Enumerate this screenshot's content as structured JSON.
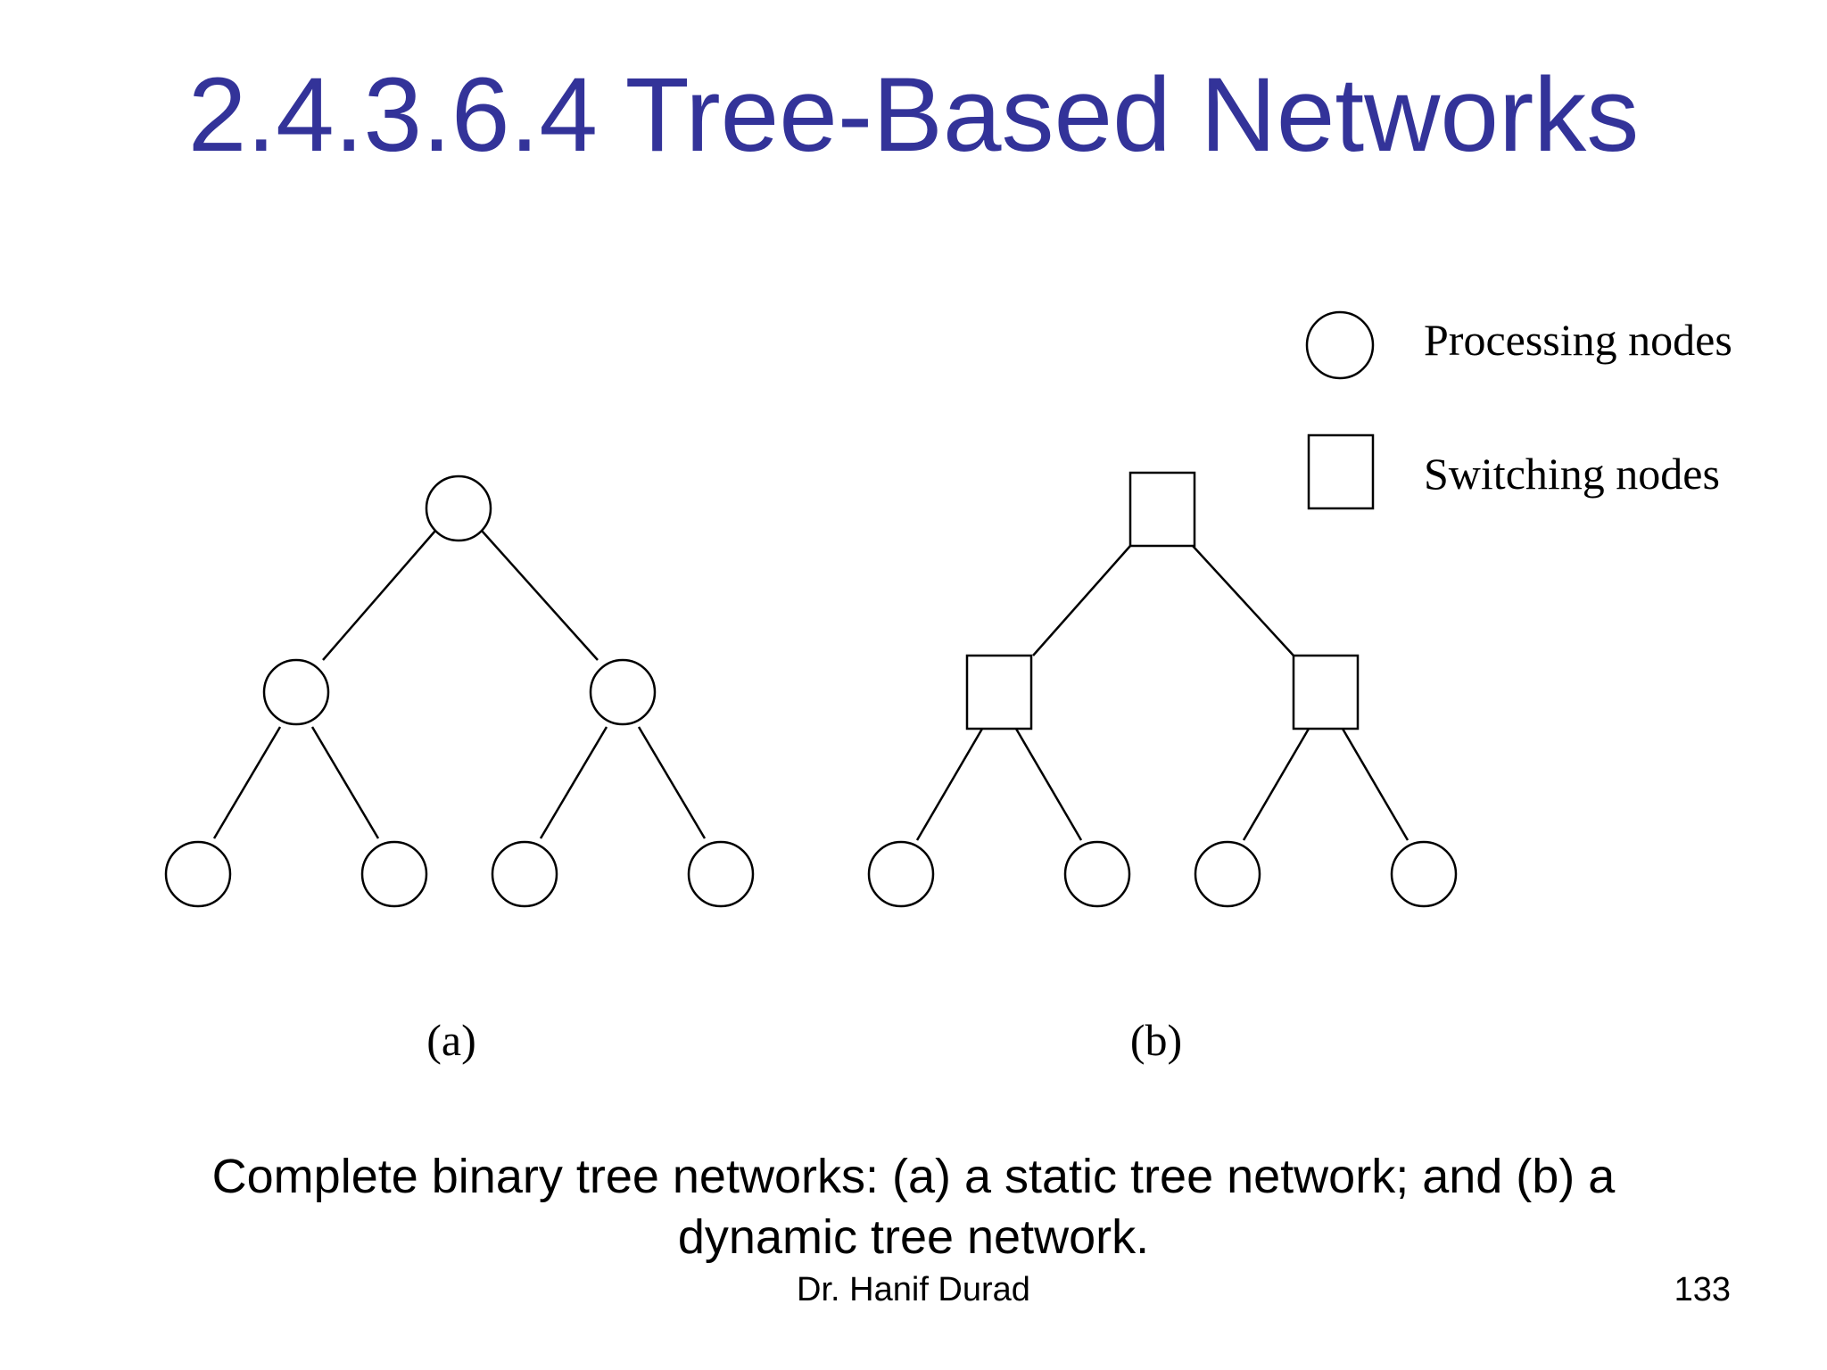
{
  "slide": {
    "title": "2.4.3.6.4 Tree-Based Networks",
    "caption_line1": "Complete binary tree networks: (a) a static tree network; and (b) a",
    "caption_line2": "dynamic tree network.",
    "author": "Dr. Hanif Durad",
    "page_number": "133"
  },
  "diagram": {
    "legend": {
      "processing_label": "Processing nodes",
      "switching_label": "Switching nodes"
    },
    "tree_a": {
      "label": "(a)",
      "node_type": "processing",
      "levels": 3
    },
    "tree_b": {
      "label": "(b)",
      "internal_node_type": "switching",
      "leaf_node_type": "processing",
      "levels": 3
    }
  }
}
